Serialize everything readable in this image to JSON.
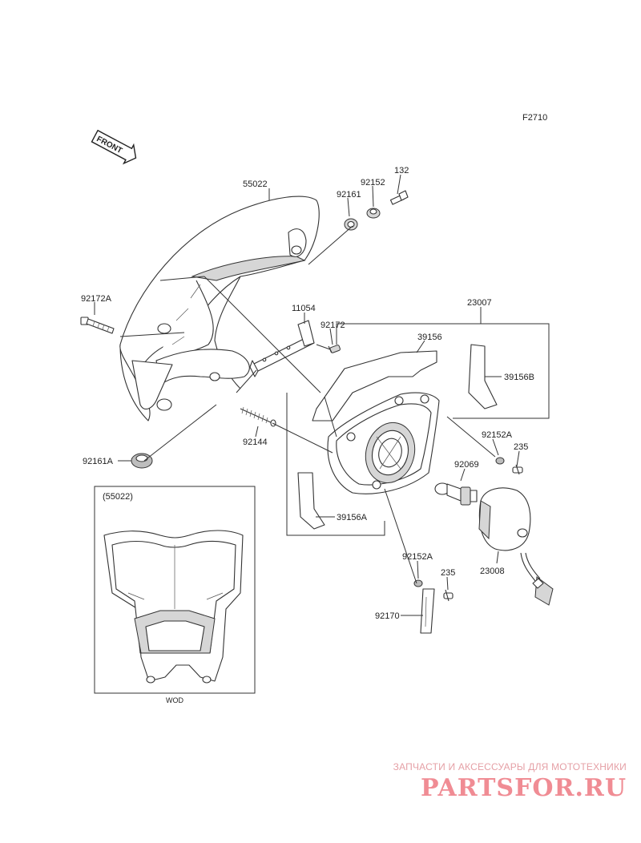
{
  "diagram_code": "F2710",
  "front_arrow_label": "FRONT",
  "variant_box": {
    "title": "(55022)",
    "caption": "WOD"
  },
  "parts": [
    {
      "id": "55022"
    },
    {
      "id": "92161"
    },
    {
      "id": "92152"
    },
    {
      "id": "132"
    },
    {
      "id": "92172A"
    },
    {
      "id": "11054"
    },
    {
      "id": "92172"
    },
    {
      "id": "23007"
    },
    {
      "id": "39156"
    },
    {
      "id": "39156B"
    },
    {
      "id": "92144"
    },
    {
      "id": "92161A"
    },
    {
      "id": "92152A"
    },
    {
      "id": "235"
    },
    {
      "id": "92069"
    },
    {
      "id": "39156A"
    },
    {
      "id": "23008"
    },
    {
      "id": "92170"
    }
  ],
  "labels": {
    "p55022": "55022",
    "p92161": "92161",
    "p92152": "92152",
    "p132": "132",
    "p92172A": "92172A",
    "p11054": "11054",
    "p92172": "92172",
    "p23007": "23007",
    "p39156": "39156",
    "p39156B": "39156B",
    "p92144": "92144",
    "p92161A": "92161A",
    "p92152A_top": "92152A",
    "p235_top": "235",
    "p92069": "92069",
    "p39156A": "39156A",
    "p23008": "23008",
    "p92152A_bot": "92152A",
    "p235_bot": "235",
    "p92170": "92170"
  },
  "watermark": {
    "tagline": "ЗАПЧАСТИ И АКСЕССУАРЫ ДЛЯ МОТОТЕХНИКИ",
    "brand": "PARTSFOR.RU"
  },
  "colors": {
    "watermark_text": "#e5a0a6",
    "watermark_brand": "#f08c94",
    "line": "#333333"
  }
}
